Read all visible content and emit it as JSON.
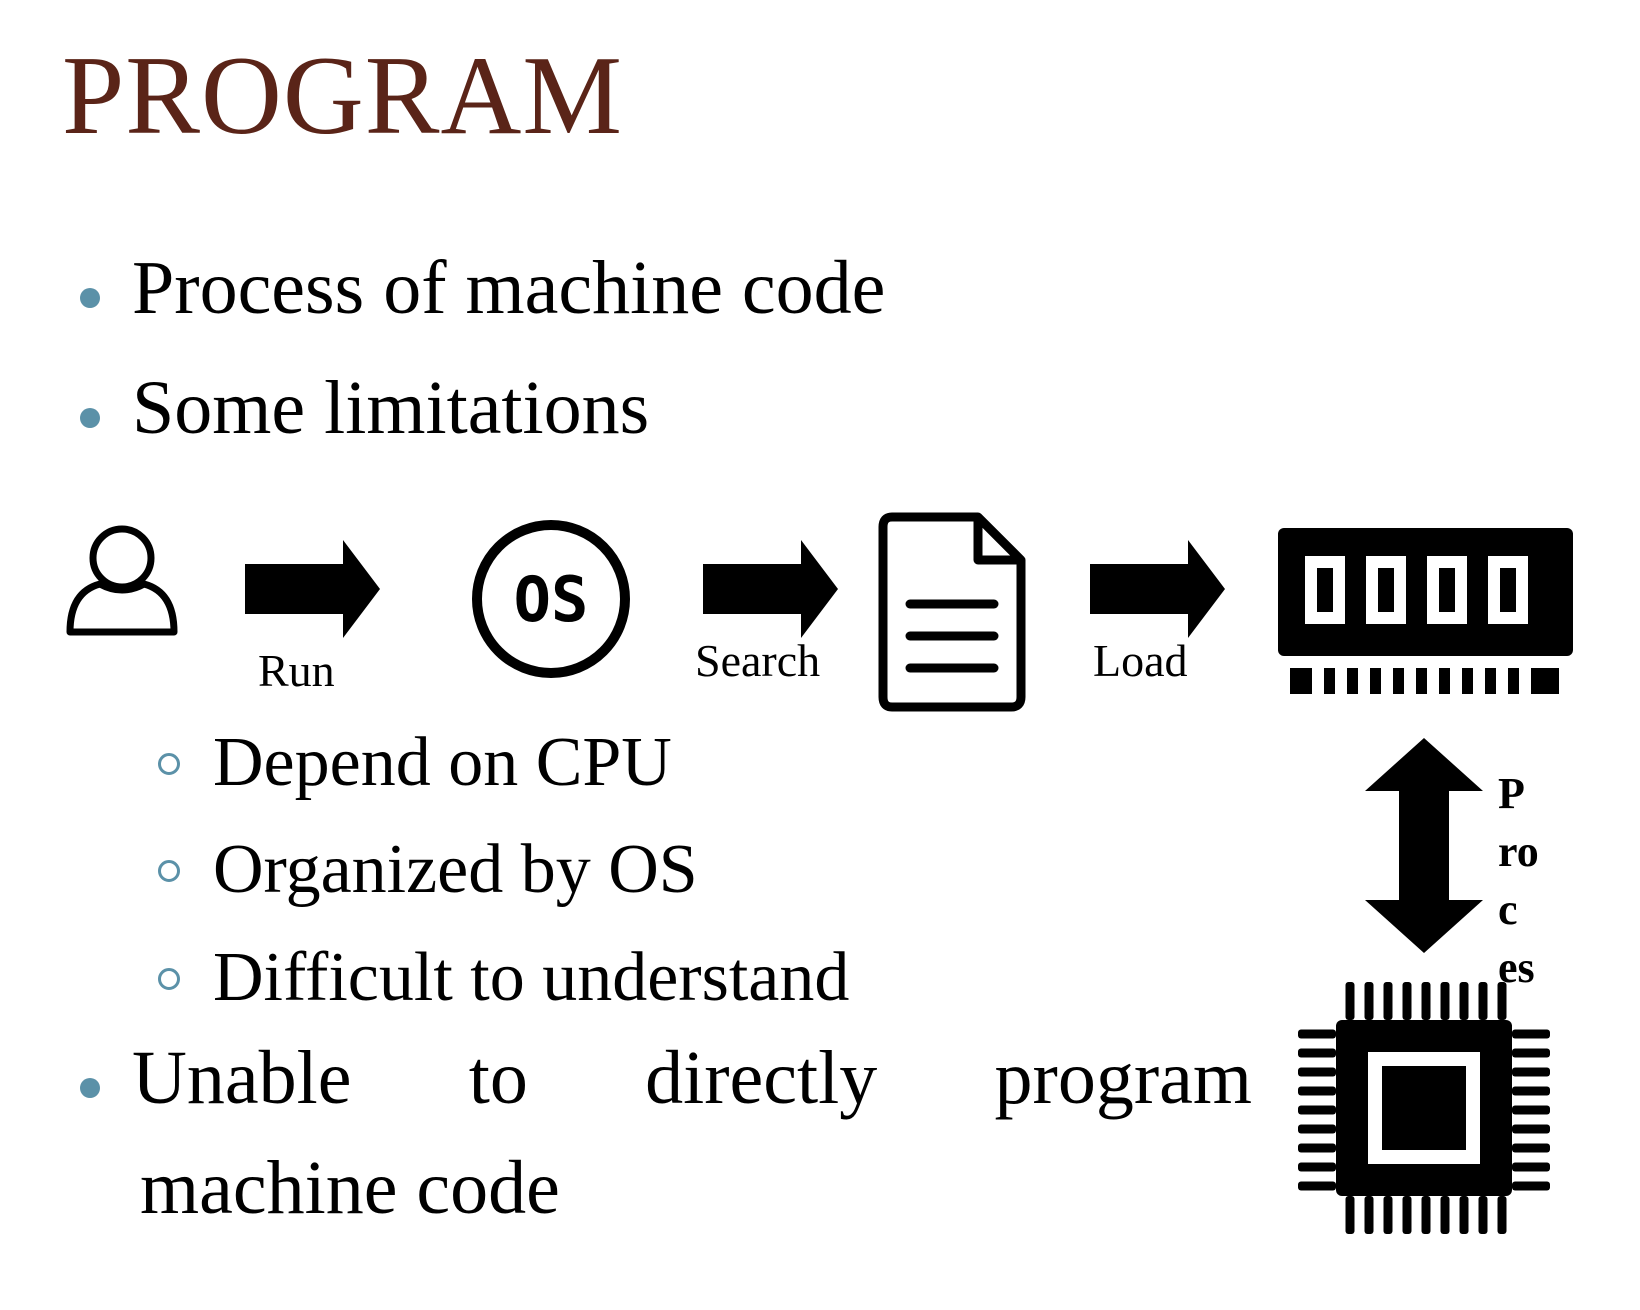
{
  "title": "PROGRAM",
  "bullets": [
    "Process of machine code",
    "Some limitations"
  ],
  "sub_bullets": [
    "Depend on CPU",
    "Organized by OS",
    "Difficult to understand"
  ],
  "last_bullet": {
    "words": [
      "Unable",
      "to",
      "directly",
      "program"
    ],
    "line2": "machine code"
  },
  "diagram": {
    "labels": {
      "run": "Run",
      "search": "Search",
      "load": "Load"
    },
    "os_text": "OS",
    "process_lines": [
      "P",
      "ro",
      "c",
      "es"
    ]
  },
  "colors": {
    "title": "#5a2418",
    "bullet": "#5b91a8",
    "icon": "#000000"
  }
}
